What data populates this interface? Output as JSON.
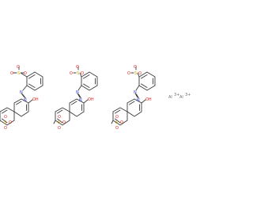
{
  "colors": {
    "bond": "#3a3a3a",
    "oxygen": "#e2261d",
    "sulfur": "#c8a400",
    "nitrogen": "#3b43d6",
    "ion": "#6e6e6e"
  },
  "molecules": [
    {
      "sulfonate_top": {
        "o1": "O",
        "s": "S",
        "o2": "O",
        "o3": "O"
      },
      "azo": {
        "n1": "N",
        "n2": "N"
      },
      "hydroxyl": "OH",
      "sulfonate_left": {
        "o1": "O",
        "s": "S",
        "o2": "O",
        "o3": "O"
      }
    },
    {
      "sulfonate_top": {
        "o1": "O",
        "s": "S",
        "o2": "O",
        "o3": "O"
      },
      "azo": {
        "n1": "N",
        "n2": "N"
      },
      "hydroxyl": "OH",
      "sulfonate_left": {
        "o1": "O",
        "s": "S",
        "o2": "O",
        "o3": "O"
      }
    },
    {
      "sulfonate_top": {
        "o1": "O",
        "s": "S",
        "o2": "O",
        "o3": "O"
      },
      "azo": {
        "n1": "N",
        "n2": "N"
      },
      "hydroxyl": "OH",
      "sulfonate_left": {
        "o1": "O",
        "s": "S",
        "o2": "O",
        "o3": "O"
      }
    }
  ],
  "counter_ions": [
    "Al",
    "3+",
    "Al",
    "3+"
  ]
}
